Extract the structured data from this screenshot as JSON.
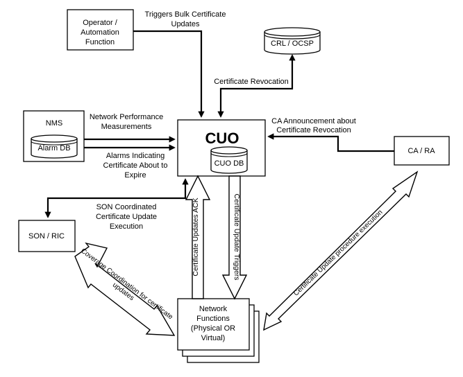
{
  "nodes": {
    "operator": [
      "Operator /",
      "Automation",
      "Function"
    ],
    "crl": "CRL / OCSP",
    "nms": "NMS",
    "alarm_db": "Alarm DB",
    "cuo": "CUO",
    "cuo_db": "CUO DB",
    "ca": "CA / RA",
    "son": "SON / RIC",
    "nf": [
      "Network",
      "Functions",
      "(Physical OR",
      "Virtual)"
    ]
  },
  "labels": {
    "bulk": [
      "Triggers Bulk Certificate",
      "Updates"
    ],
    "revocation": "Certificate Revocation",
    "ca_announce": [
      "CA Announcement about",
      "Certificate Revocation"
    ],
    "perf": [
      "Network Performance",
      "Measurements"
    ],
    "alarms": [
      "Alarms Indicating",
      "Certificate About to",
      "Expire"
    ],
    "son_exec": [
      "SON Coordinated",
      "Certificate Update",
      "Execution"
    ],
    "ack": "Certificate Updates ACK",
    "triggers": "Certificate Update Triggers",
    "coverage": [
      "Coverage Coordination for certificate",
      "updates"
    ],
    "procedure": "Certificate Update procedure execution"
  }
}
